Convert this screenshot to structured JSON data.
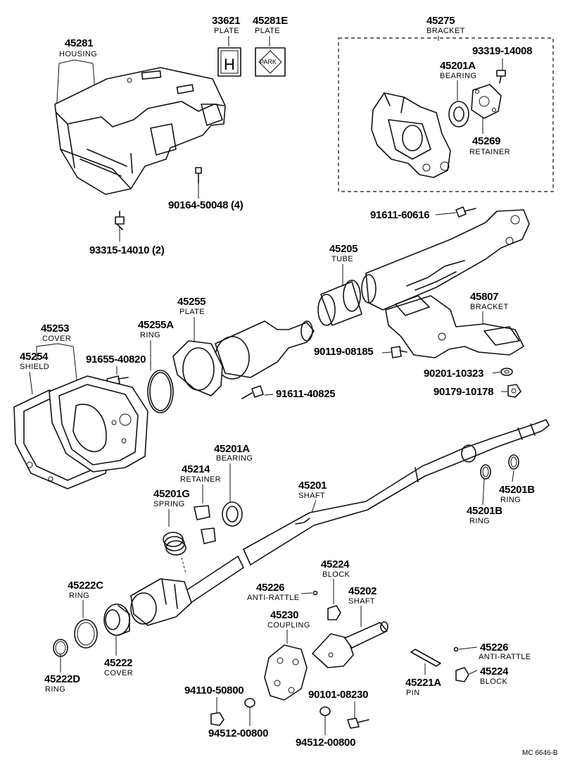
{
  "parts": {
    "p45281": {
      "num": "45281",
      "name": "HOUSING"
    },
    "p33621": {
      "num": "33621",
      "name": "PLATE"
    },
    "p45281e": {
      "num": "45281E",
      "name": "PLATE"
    },
    "p45275": {
      "num": "45275",
      "name": "BRACKET"
    },
    "p93319": {
      "num": "93319-14008"
    },
    "p45201a_top": {
      "num": "45201A",
      "name": "BEARING"
    },
    "p45269": {
      "num": "45269",
      "name": "RETAINER"
    },
    "p90164": {
      "num": "90164-50048 (4)"
    },
    "p93315": {
      "num": "93315-14010 (2)"
    },
    "p91611_606": {
      "num": "91611-60616"
    },
    "p45205": {
      "num": "45205",
      "name": "TUBE"
    },
    "p45255": {
      "num": "45255",
      "name": "PLATE"
    },
    "p45253": {
      "num": "45253",
      "name": "COVER"
    },
    "p45255a": {
      "num": "45255A",
      "name": "RING"
    },
    "p45254": {
      "num": "45254",
      "name": "SHIELD"
    },
    "p91655": {
      "num": "91655-40820"
    },
    "p45807": {
      "num": "45807",
      "name": "BRACKET"
    },
    "p90119": {
      "num": "90119-08185"
    },
    "p90201": {
      "num": "90201-10323"
    },
    "p91611_408": {
      "num": "91611-40825"
    },
    "p90179": {
      "num": "90179-10178"
    },
    "p45201a_mid": {
      "num": "45201A",
      "name": "BEARING"
    },
    "p45214": {
      "num": "45214",
      "name": "RETAINER"
    },
    "p45201": {
      "num": "45201",
      "name": "SHAFT"
    },
    "p45201g": {
      "num": "45201G",
      "name": "SPRING"
    },
    "p45201b_r": {
      "num": "45201B",
      "name": "RING"
    },
    "p45201b_l": {
      "num": "45201B",
      "name": "RING"
    },
    "p45224_top": {
      "num": "45224",
      "name": "BLOCK"
    },
    "p45222c": {
      "num": "45222C",
      "name": "RING"
    },
    "p45226_left": {
      "num": "45226",
      "name": "ANTI-RATTLE"
    },
    "p45202": {
      "num": "45202",
      "name": "SHAFT"
    },
    "p45230": {
      "num": "45230",
      "name": "COUPLING"
    },
    "p45222": {
      "num": "45222",
      "name": "COVER"
    },
    "p45222d": {
      "num": "45222D",
      "name": "RING"
    },
    "p45226_right": {
      "num": "45226",
      "name": "ANTI-RATTLE"
    },
    "p45224_right": {
      "num": "45224",
      "name": "BLOCK"
    },
    "p45221a": {
      "num": "45221A",
      "name": "PIN"
    },
    "p94110": {
      "num": "94110-50800"
    },
    "p90101": {
      "num": "90101-08230"
    },
    "p94512_l": {
      "num": "94512-00800"
    },
    "p94512_r": {
      "num": "94512-00800"
    }
  },
  "plate_33621_glyph": "H",
  "plate_45281e_label": "PARK",
  "footer_code": "MC  6646-B"
}
